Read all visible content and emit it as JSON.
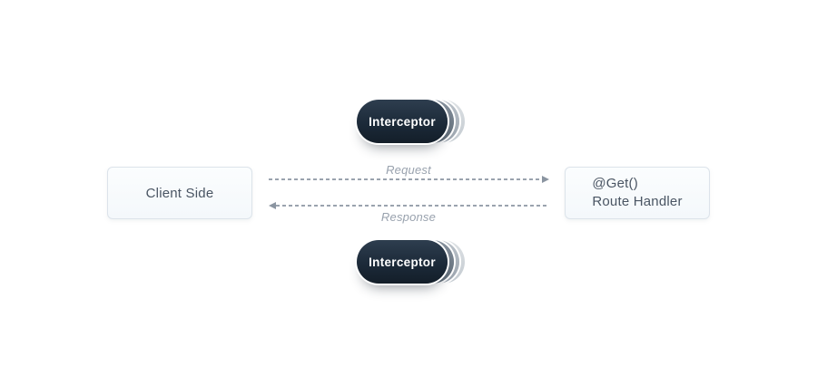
{
  "diagram": {
    "client_box": {
      "label": "Client Side"
    },
    "route_box": {
      "decorator": "@Get()",
      "label": "Route Handler"
    },
    "interceptor_top": {
      "label": "Interceptor"
    },
    "interceptor_bottom": {
      "label": "Interceptor"
    },
    "request_arrow": {
      "label": "Request",
      "direction": "right"
    },
    "response_arrow": {
      "label": "Response",
      "direction": "left"
    },
    "colors": {
      "pill_dark": "#1c2a39",
      "stack_inner_gray": "#6e7a86",
      "stack_middle_gray": "#aab2ba",
      "stack_outer_gray": "#d4d8dc",
      "box_background": "#f7fafc",
      "box_border": "#dce3ea",
      "box_text": "#4a5563",
      "arrow_dash": "#9aa3ae",
      "arrow_label": "#99a2ae",
      "background": "#ffffff"
    }
  }
}
